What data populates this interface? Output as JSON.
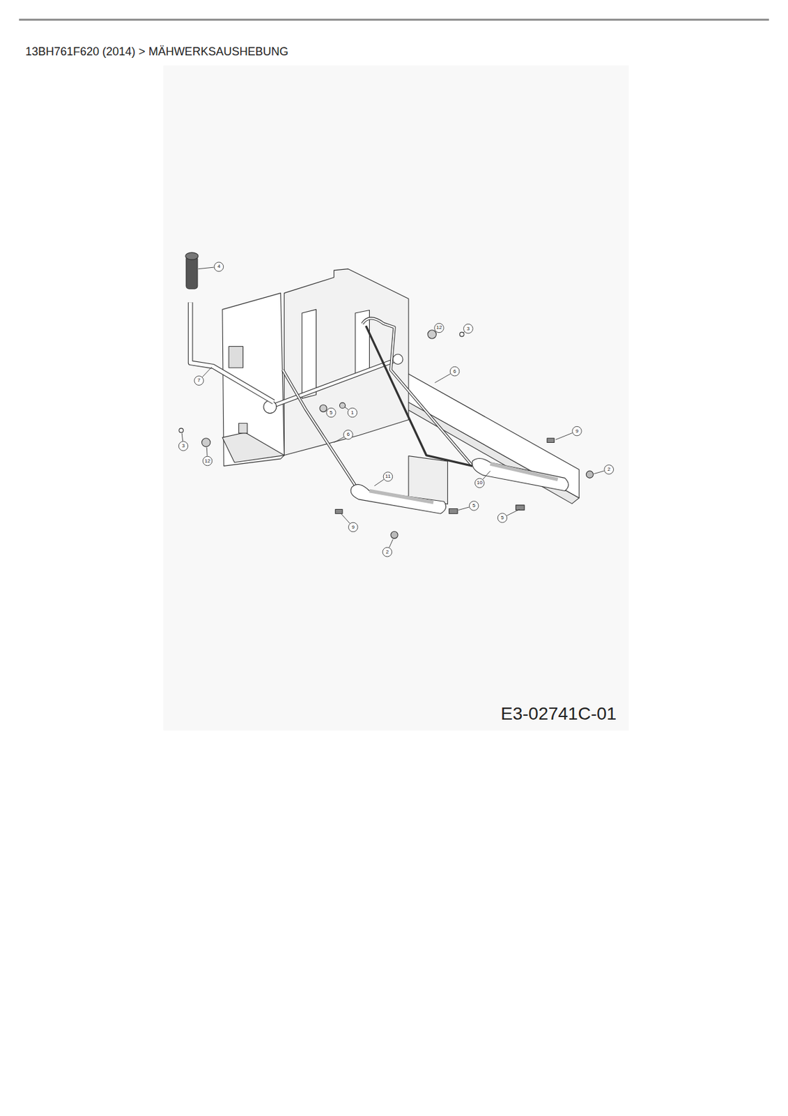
{
  "diagram": {
    "title": "13BH761F620 (2014)  >  MÄHWERKSAUSHEBUNG",
    "labels": [
      "4",
      "7",
      "12",
      "3",
      "6",
      "5",
      "1",
      "6",
      "12",
      "3",
      "9",
      "10",
      "2",
      "11",
      "9",
      "5",
      "5",
      "2",
      "E3-02741C-01"
    ]
  }
}
